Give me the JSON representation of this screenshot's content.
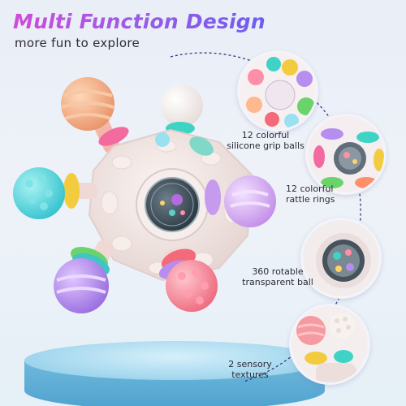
{
  "headline": "Multi Function Design",
  "subheadline": "more fun to explore",
  "colors": {
    "headline_start": "#d04bd8",
    "headline_end": "#6d5cf0",
    "arc": "#2f3a7a",
    "podium": "#86c7e6"
  },
  "features": [
    {
      "label_line1": "12 colorful",
      "label_line2": "silicone grip balls",
      "icon": "grip-balls-closeup"
    },
    {
      "label_line1": "12 colorful",
      "label_line2": "rattle rings",
      "icon": "rattle-rings-closeup"
    },
    {
      "label_line1": "360 rotable",
      "label_line2": "transparent ball",
      "icon": "transparent-ball-closeup"
    },
    {
      "label_line1": "2 sensory",
      "label_line2": "textures",
      "icon": "sensory-textures-closeup"
    }
  ]
}
